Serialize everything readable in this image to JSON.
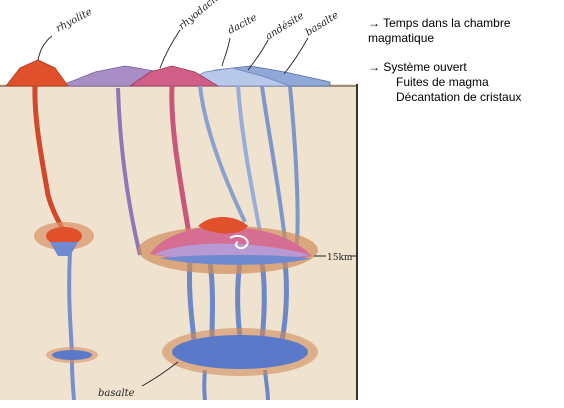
{
  "figure": {
    "labels": {
      "rhyolite": "rhyolite",
      "rhyodacite": "rhyodacite",
      "dacite": "dacite",
      "andesite": "andésite",
      "basalte_top": "basalte",
      "basalte_bottom": "basalte",
      "depth": "15km"
    },
    "colors": {
      "sky": "#ffffff",
      "crust": "#efe3cf",
      "rhyolite": "#e0502a",
      "rhyodacite": "#c9607e",
      "dacite": "#a98ec6",
      "andesite": "#c7d3ec",
      "basalte": "#5b79c9",
      "halo": "#c26a3a"
    }
  },
  "notes": {
    "line1": "→ Temps dans la chambre",
    "line2": "magmatique",
    "line3": "→ Système ouvert",
    "line4": "Fuites de magma",
    "line5": "Décantation de cristaux"
  }
}
